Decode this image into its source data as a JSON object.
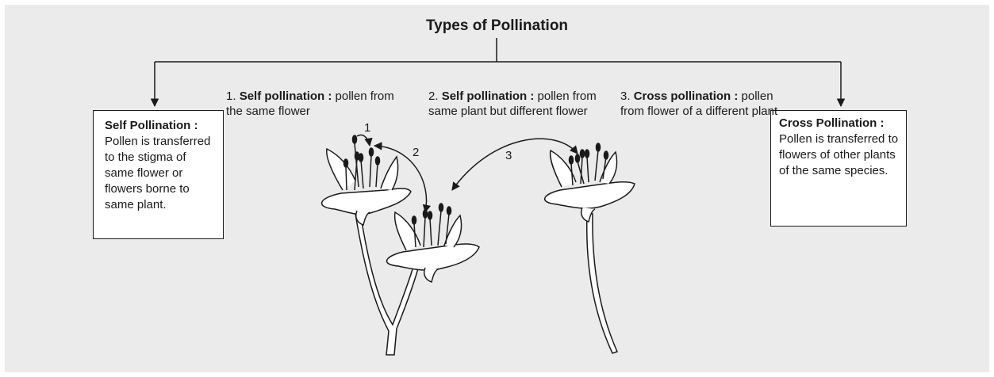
{
  "title": "Types of Pollination",
  "left_box": {
    "heading": "Self Pollination :",
    "body": "Pollen is transferred to the stigma of same flower or flowers borne to same plant."
  },
  "right_box": {
    "heading": "Cross Pollination :",
    "body": "Pollen is transferred to flowers of other plants of the same species."
  },
  "labels": [
    {
      "prefix": "1. ",
      "bold": "Self pollination :",
      "text": " pollen from the same flower"
    },
    {
      "prefix": "2. ",
      "bold": "Self pollination :",
      "text": " pollen from same plant but different flower"
    },
    {
      "prefix": "3. ",
      "bold": "Cross pollination :",
      "text": " pollen from flower of a different plant"
    }
  ],
  "arrow_numbers": [
    "1",
    "2",
    "3"
  ]
}
